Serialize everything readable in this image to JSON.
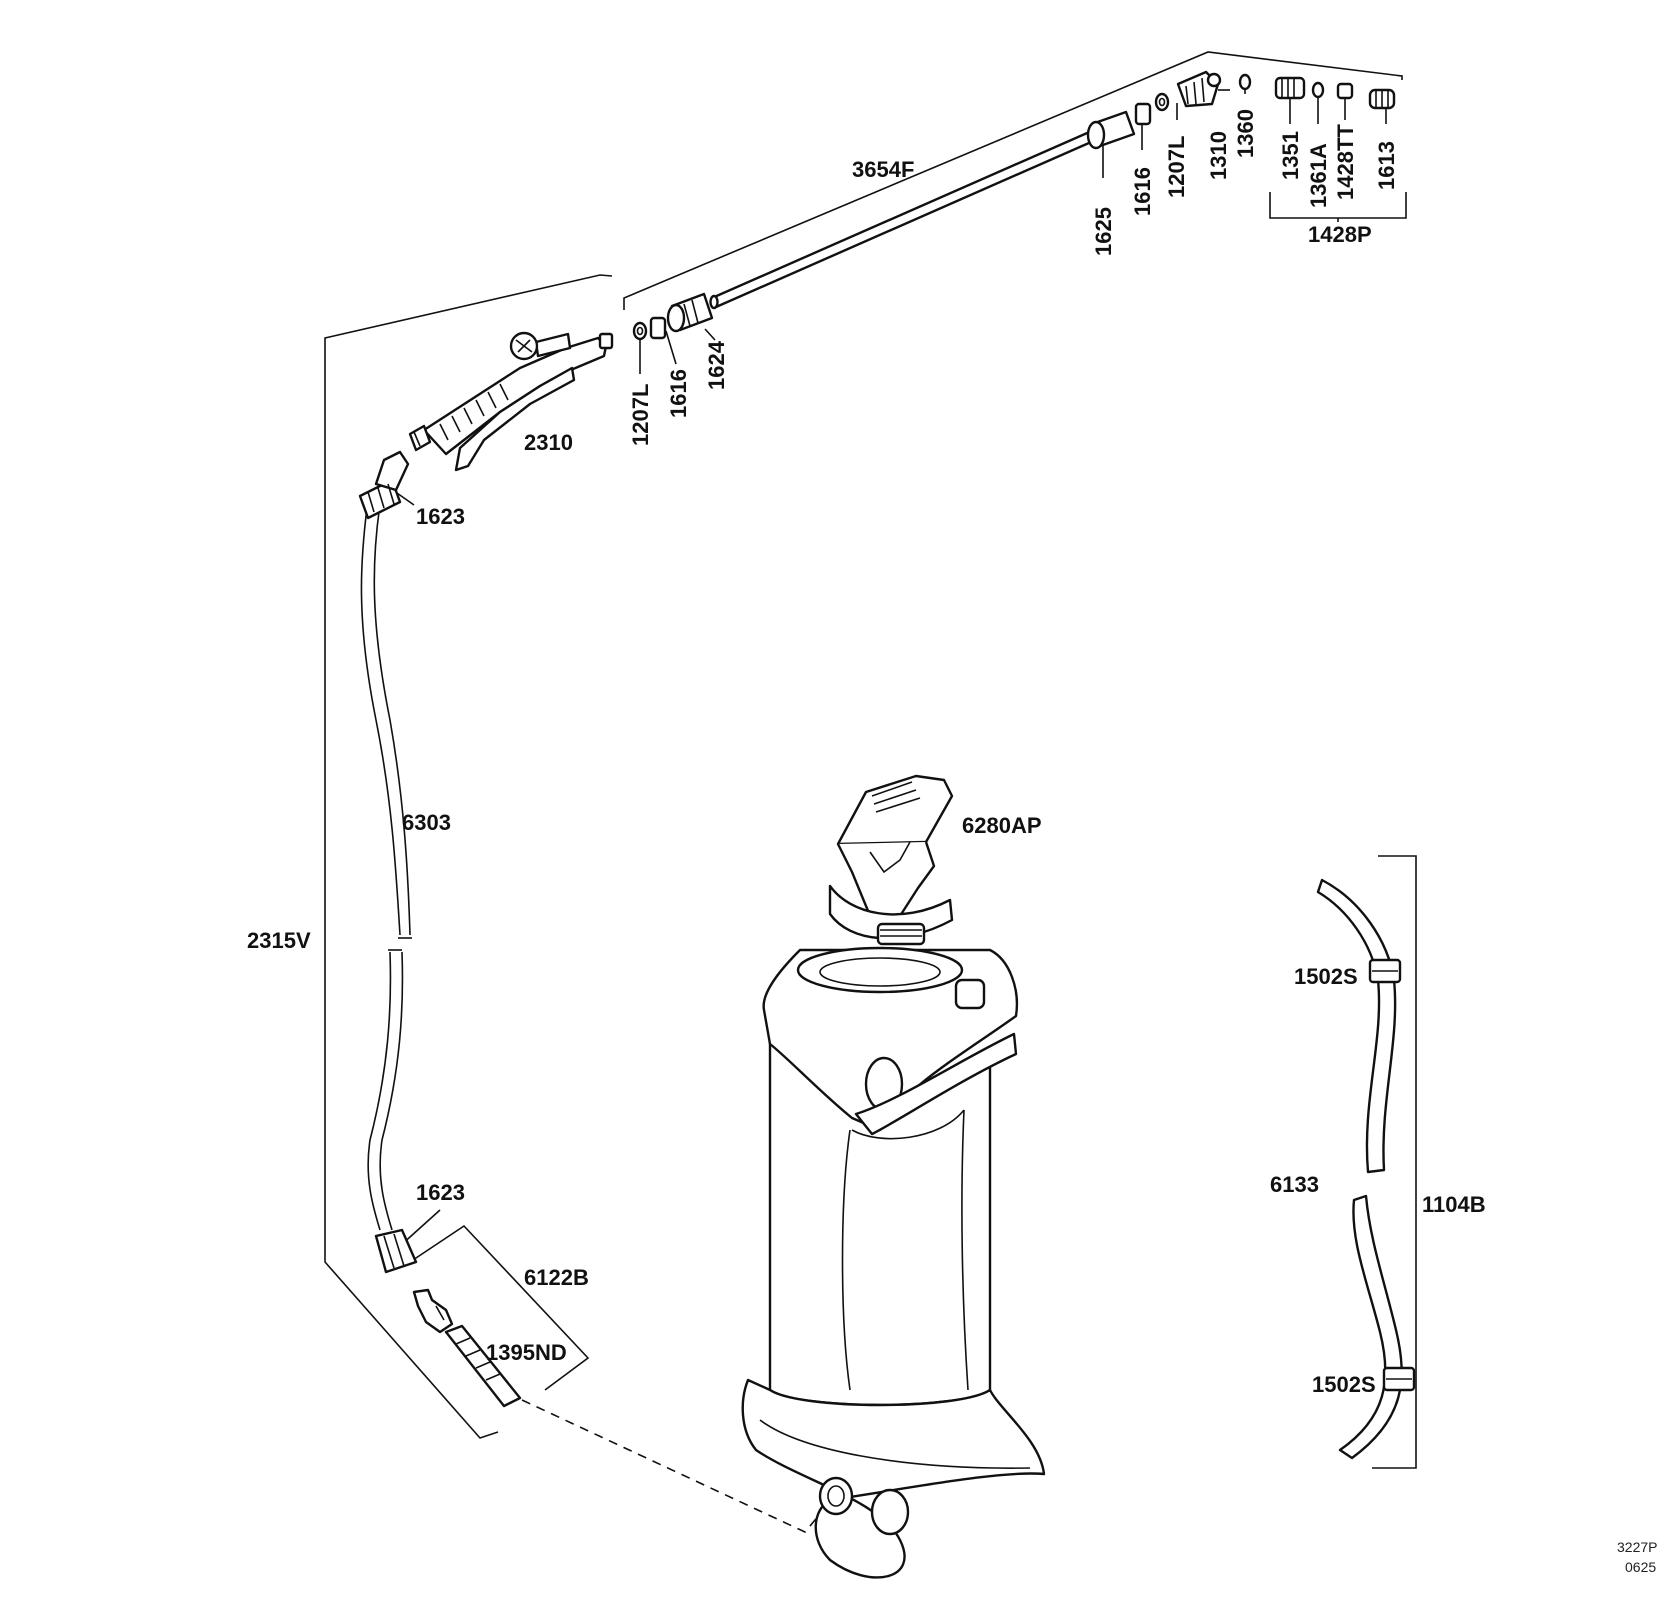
{
  "labels": {
    "p3654F": "3654F",
    "p1625": "1625",
    "p1616_top": "1616",
    "p1207L_top": "1207L",
    "p1310": "1310",
    "p1360": "1360",
    "p1351": "1351",
    "p1361A": "1361A",
    "p1428TT": "1428TT",
    "p1613": "1613",
    "p1428P": "1428P",
    "p1207L_mid": "1207L",
    "p1616_mid": "1616",
    "p1624": "1624",
    "p2310": "2310",
    "p1623_top": "1623",
    "p6303": "6303",
    "p2315V": "2315V",
    "p1623_bottom": "1623",
    "p6122B": "6122B",
    "p1395ND": "1395ND",
    "p6280AP": "6280AP",
    "p1502S_top": "1502S",
    "p6133": "6133",
    "p1104B": "1104B",
    "p1502S_bottom": "1502S"
  },
  "drawing_code": {
    "line1": "3227P",
    "line2": "0625"
  }
}
